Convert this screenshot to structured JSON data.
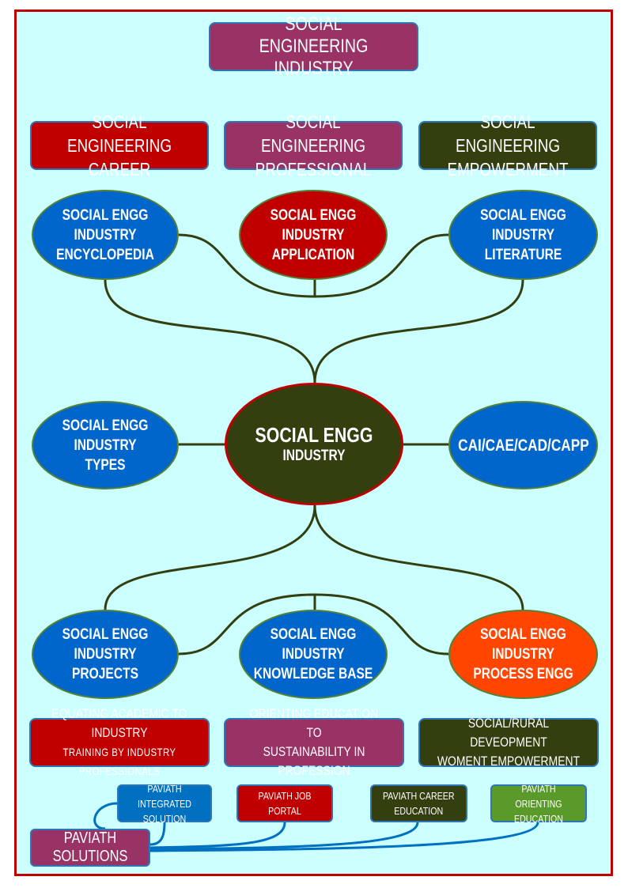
{
  "title": "SOCIAL ENGINEERING INDUSTRY",
  "pillars": {
    "career": [
      "SOCIAL ENGINEERING",
      "CAREER"
    ],
    "professional": [
      "SOCIAL ENGINEERING",
      "PROFESSIONAL"
    ],
    "empowerment": [
      "SOCIAL ENGINEERING",
      "EMPOWERMENT"
    ]
  },
  "center": {
    "main": "SOCIAL ENGG",
    "sub": "INDUSTRY"
  },
  "nodes": {
    "encyclopedia": [
      "SOCIAL ENGG INDUSTRY",
      "ENCYCLOPEDIA"
    ],
    "application": [
      "SOCIAL ENGG INDUSTRY",
      "APPLICATION"
    ],
    "literature": [
      "SOCIAL ENGG INDUSTRY",
      "LITERATURE"
    ],
    "types": [
      "SOCIAL ENGG INDUSTRY",
      "TYPES"
    ],
    "cai": "CAI/CAE/CAD/CAPP",
    "projects": [
      "SOCIAL ENGG INDUSTRY",
      "PROJECTS"
    ],
    "knowledge": [
      "SOCIAL ENGG INDUSTRY",
      "KNOWLEDGE BASE"
    ],
    "process": [
      "SOCIAL ENGG INDUSTRY",
      "PROCESS ENGG"
    ]
  },
  "strips": {
    "academic": [
      "EQUATING ACADEMIC TO INDUSTRY",
      "TRAINING BY INDUSTRY PROFESSIONALS"
    ],
    "orienting": [
      "ORIENTING EDUCATION TO",
      "SUSTAINABILITY IN PROFESSION"
    ],
    "social": [
      "SOCIAL/RURAL DEVEOPMENT",
      "WOMENT EMPOWERMENT"
    ]
  },
  "solutions": {
    "main": "PAVIATH SOLUTIONS",
    "integrated": [
      "PAVIATH INTEGRATED",
      "SOLUTION"
    ],
    "job_portal": "PAVIATH JOB PORTAL",
    "career": [
      "PAVIATH CAREER",
      "EDUCATION"
    ],
    "orienting": [
      "PAVIATH ORIENTING",
      "EDUCATION"
    ]
  },
  "colors": {
    "frame_border": "#c00000",
    "background": "#ccffff",
    "blue_node": "#0066cc",
    "red": "#c00000",
    "plum": "#993366",
    "dark_olive": "#333f0f",
    "orange": "#ff4500",
    "green": "#5a9a2a",
    "connector": "#333f0f",
    "solution_connector": "#0070c0"
  }
}
